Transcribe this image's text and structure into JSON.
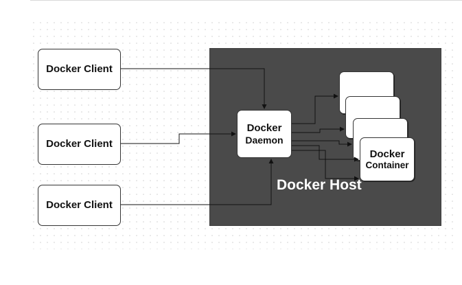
{
  "diagram": {
    "clients": [
      {
        "label": "Docker Client"
      },
      {
        "label": "Docker Client"
      },
      {
        "label": "Docker Client"
      }
    ],
    "daemon": {
      "line1": "Docker",
      "line2": "Daemon"
    },
    "container": {
      "line1": "Docker",
      "line2": "Container"
    },
    "host": {
      "label": "Docker Host"
    }
  },
  "colors": {
    "host_fill": "#4a4a4a",
    "box_fill": "#ffffff",
    "line": "#111111"
  }
}
